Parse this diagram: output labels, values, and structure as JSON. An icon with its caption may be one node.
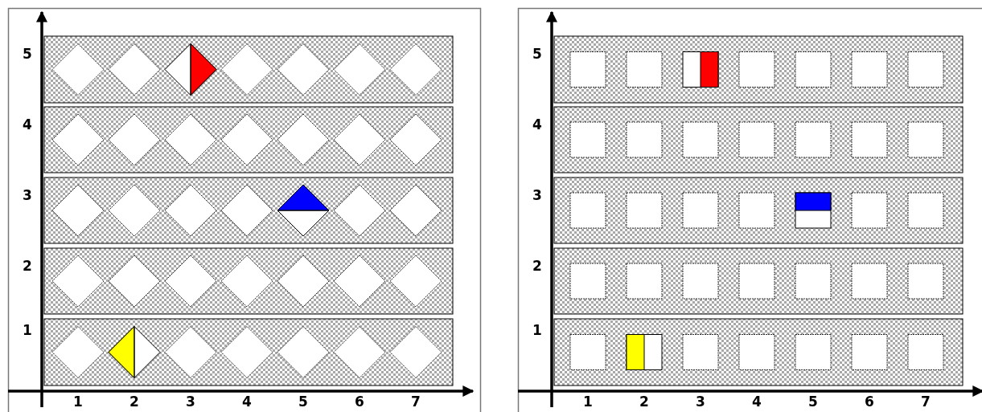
{
  "diagram": {
    "labels": [
      "5",
      "4",
      "3",
      "2",
      "1",
      "1",
      "2",
      "3",
      "4",
      "5",
      "6",
      "7",
      "5",
      "4",
      "3",
      "2",
      "1",
      "1",
      "2",
      "3",
      "4",
      "5",
      "6",
      "7"
    ]
  }
}
